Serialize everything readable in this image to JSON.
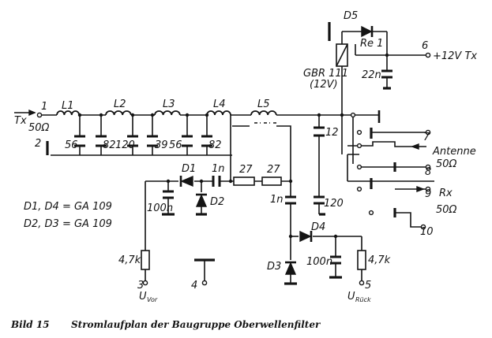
{
  "caption": {
    "number": "Bild 15",
    "text": "Stromlaufplan der Baugruppe Oberwellenfilter"
  },
  "terminals": {
    "t1": "1",
    "t2": "2",
    "t3": "3",
    "t4": "4",
    "t5": "5",
    "t6": "6",
    "t7": "7",
    "t8": "8",
    "t9": "9",
    "t10": "10"
  },
  "signals": {
    "tx": "Tx",
    "tx_impedance": "50Ω",
    "supply": "+12V Tx",
    "antenna": "Antenne",
    "antenna_impedance": "50Ω",
    "rx": "Rx",
    "rx_impedance": "50Ω",
    "u_vor_main": "U",
    "u_vor_sub": "Vor",
    "u_rueck_main": "U",
    "u_rueck_sub": "Rück"
  },
  "components": {
    "L1": "L1",
    "L2": "L2",
    "L3": "L3",
    "L4": "L4",
    "L5": "L5",
    "c56a": "56",
    "c82a": "82",
    "c120a": "120",
    "c39": "39",
    "c56b": "56",
    "c82b": "82",
    "c12": "12",
    "c120b": "120",
    "c1n_a": "1n",
    "c1n_b": "1n",
    "c100n_a": "100n",
    "c100n_b": "100n",
    "c22n": "22n",
    "r27a": "27",
    "r27b": "27",
    "r4k7a": "4,7k",
    "r4k7b": "4,7k",
    "D1": "D1",
    "D2": "D2",
    "D3": "D3",
    "D4": "D4",
    "D5": "D5",
    "relay": "Re 1",
    "relay_type": "GBR 111",
    "relay_voltage": "(12V)"
  },
  "notes": {
    "diodes_1_4": "D1, D4 = GA 109",
    "diodes_2_3": "D2, D3 = GA 109"
  }
}
